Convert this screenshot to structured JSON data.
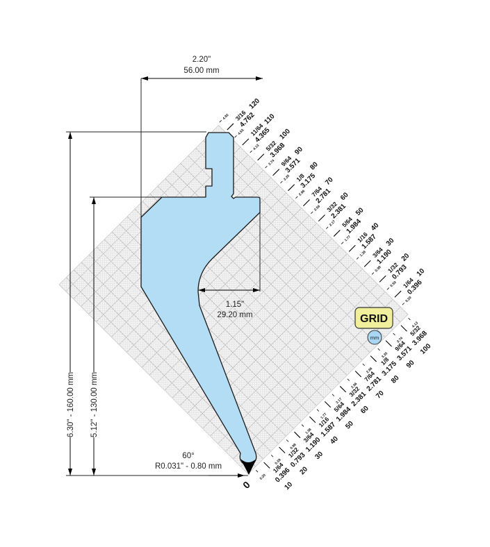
{
  "dimensions": {
    "width_in": "2.20\"",
    "width_mm": "56.00 mm",
    "total_height": "6.30\" - 160.00 mm",
    "working_height": "5.12\" - 130.00 mm",
    "throat_in": "1.15\"",
    "throat_mm": "29.20 mm",
    "angle": "60°",
    "radius": "R0.031\" - 0.80 mm"
  },
  "scale": {
    "origin": "0",
    "top_edge": [
      {
        "fraction": "1/64",
        "decimal": "0.396",
        "value": "10"
      },
      {
        "fraction": "1/32",
        "decimal": "0.793",
        "value": "20"
      },
      {
        "fraction": "3/64",
        "decimal": "1.190",
        "value": "30"
      },
      {
        "fraction": "1/16",
        "decimal": "1.587",
        "value": "40"
      },
      {
        "fraction": "5/64",
        "decimal": "1.984",
        "value": "50"
      },
      {
        "fraction": "3/32",
        "decimal": "2.381",
        "value": "60"
      },
      {
        "fraction": "7/64",
        "decimal": "2.781",
        "value": "70"
      },
      {
        "fraction": "1/8",
        "decimal": "3.175",
        "value": "80"
      },
      {
        "fraction": "9/64",
        "decimal": "3.571",
        "value": "90"
      },
      {
        "fraction": "5/32",
        "decimal": "3.968",
        "value": "100"
      },
      {
        "fraction": "11/64",
        "decimal": "4.365",
        "value": "110"
      },
      {
        "fraction": "3/16",
        "decimal": "4.762",
        "value": "120"
      }
    ],
    "top_small": [
      "0.20",
      "0.59",
      "0.98",
      "1.38",
      "1.77",
      "2.17",
      "2.56",
      "2.96",
      "3.35",
      "3.74",
      "4.13",
      "4.53",
      "4.92"
    ],
    "bottom_edge": [
      {
        "fraction": "1/64",
        "decimal": "0.396",
        "value": "10"
      },
      {
        "fraction": "1/32",
        "decimal": "0.793",
        "value": "20"
      },
      {
        "fraction": "3/64",
        "decimal": "1.190",
        "value": "30"
      },
      {
        "fraction": "1/16",
        "decimal": "1.587",
        "value": "40"
      },
      {
        "fraction": "5/64",
        "decimal": "1.984",
        "value": "50"
      },
      {
        "fraction": "3/32",
        "decimal": "2.381",
        "value": "60"
      },
      {
        "fraction": "7/64",
        "decimal": "2.781",
        "value": "70"
      },
      {
        "fraction": "1/8",
        "decimal": "3.175",
        "value": "80"
      },
      {
        "fraction": "9/64",
        "decimal": "3.571",
        "value": "90"
      },
      {
        "fraction": "5/32",
        "decimal": "3.968",
        "value": "100"
      }
    ],
    "bottom_small": [
      "0.20",
      "0.59",
      "0.98",
      "1.38",
      "1.77",
      "2.17",
      "2.56",
      "2.96",
      "3.35",
      "3.74",
      "4.13"
    ]
  },
  "controls": {
    "grid_label": "GRID",
    "unit_label": "mm"
  },
  "colors": {
    "tool_fill": "#b3dcf5",
    "grid_button": "#f1ef9c",
    "unit_button": "#a9d6f2"
  }
}
